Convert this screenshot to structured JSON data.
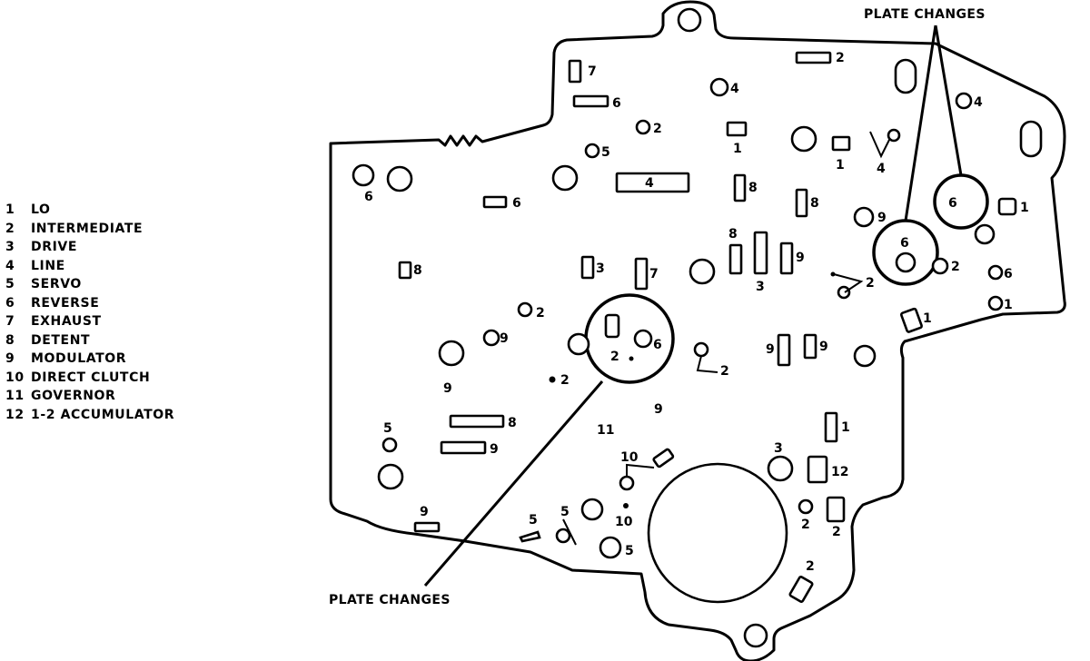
{
  "legend": {
    "items": [
      {
        "num": "1",
        "label": "LO"
      },
      {
        "num": "2",
        "label": "INTERMEDIATE"
      },
      {
        "num": "3",
        "label": "DRIVE"
      },
      {
        "num": "4",
        "label": "LINE"
      },
      {
        "num": "5",
        "label": "SERVO"
      },
      {
        "num": "6",
        "label": "REVERSE"
      },
      {
        "num": "7",
        "label": "EXHAUST"
      },
      {
        "num": "8",
        "label": "DETENT"
      },
      {
        "num": "9",
        "label": "MODULATOR"
      },
      {
        "num": "10",
        "label": "DIRECT CLUTCH"
      },
      {
        "num": "11",
        "label": "GOVERNOR"
      },
      {
        "num": "12",
        "label": "1-2 ACCUMULATOR"
      }
    ]
  },
  "callouts": {
    "top": "PLATE CHANGES",
    "bottom": "PLATE CHANGES"
  },
  "port_labels": {
    "p_7a": "7",
    "p_6a": "6",
    "p_2a": "2",
    "p_4a": "4",
    "p_2b": "2",
    "p_4b": "4",
    "p_5a": "5",
    "p_1a": "1",
    "p_1b": "1",
    "p_4c": "4",
    "p_6b": "6",
    "p_6c": "6",
    "p_4d": "4",
    "p_8a": "8",
    "p_8b": "8",
    "p_9a": "9",
    "p_6d": "6",
    "p_6e": "6",
    "p_1c": "1",
    "p_8c": "8",
    "p_3a": "3",
    "p_7b": "7",
    "p_8d": "8",
    "p_9b": "9",
    "p_3b": "3",
    "p_2c": "2",
    "p_2d": "2",
    "p_6f": "6",
    "p_1d": "1",
    "p_1e": "1",
    "p_2e": "2",
    "p_9c": "9",
    "p_2f": "2",
    "p_6g": "6",
    "p_2g": "2",
    "p_9d": "9",
    "p_9e": "9",
    "p_2h": "2",
    "p_9f": "9",
    "p_9g": "9",
    "p_11a": "11",
    "p_8e": "8",
    "p_9h": "9",
    "p_5b": "5",
    "p_1f": "1",
    "p_10a": "10",
    "p_3c": "3",
    "p_12a": "12",
    "p_9i": "9",
    "p_5c": "5",
    "p_5d": "5",
    "p_10b": "10",
    "p_2i": "2",
    "p_2j": "2",
    "p_5e": "5",
    "p_2k": "2"
  }
}
